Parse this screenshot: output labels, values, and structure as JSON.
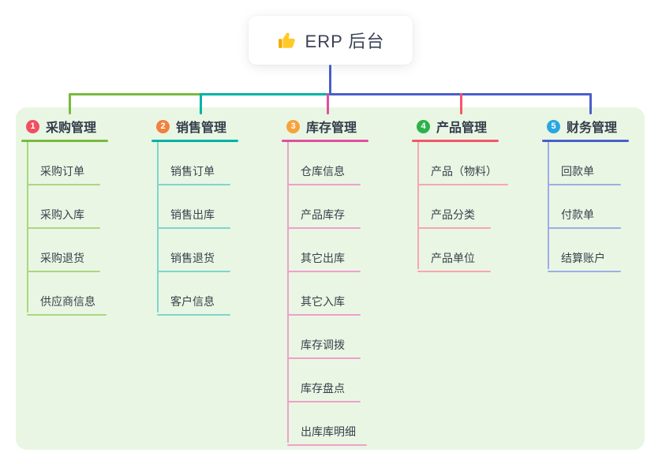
{
  "root": {
    "title": "ERP 后台",
    "icon": "thumbs-up-icon",
    "icon_color": "#ffca28"
  },
  "colors": {
    "panel_background": "#e9f6e3",
    "root_text": "#3a4254",
    "branch_title_text": "#333c4b",
    "child_text": "#39414e"
  },
  "mindmap": {
    "branches": [
      {
        "badge": "1",
        "badge_color": "#f24e62",
        "line_color": "#78ba3e",
        "child_line_color": "#a9d781",
        "title": "采购管理",
        "children": [
          "采购订单",
          "采购入库",
          "采购退货",
          "供应商信息"
        ]
      },
      {
        "badge": "2",
        "badge_color": "#f0823f",
        "line_color": "#00b3a6",
        "child_line_color": "#7ed6cb",
        "title": "销售管理",
        "children": [
          "销售订单",
          "销售出库",
          "销售退货",
          "客户信息"
        ]
      },
      {
        "badge": "3",
        "badge_color": "#f6a33c",
        "line_color": "#df509e",
        "child_line_color": "#efa0cb",
        "title": "库存管理",
        "children": [
          "仓库信息",
          "产品库存",
          "其它出库",
          "其它入库",
          "库存调拨",
          "库存盘点",
          "出库库明细"
        ]
      },
      {
        "badge": "4",
        "badge_color": "#2db14a",
        "line_color": "#f4566a",
        "child_line_color": "#f9a6ae",
        "title": "产品管理",
        "children": [
          "产品（物料）",
          "产品分类",
          "产品单位"
        ]
      },
      {
        "badge": "5",
        "badge_color": "#28a7e1",
        "line_color": "#4a5ecb",
        "child_line_color": "#9caee5",
        "title": "财务管理",
        "children": [
          "回款单",
          "付款单",
          "结算账户"
        ]
      }
    ]
  }
}
